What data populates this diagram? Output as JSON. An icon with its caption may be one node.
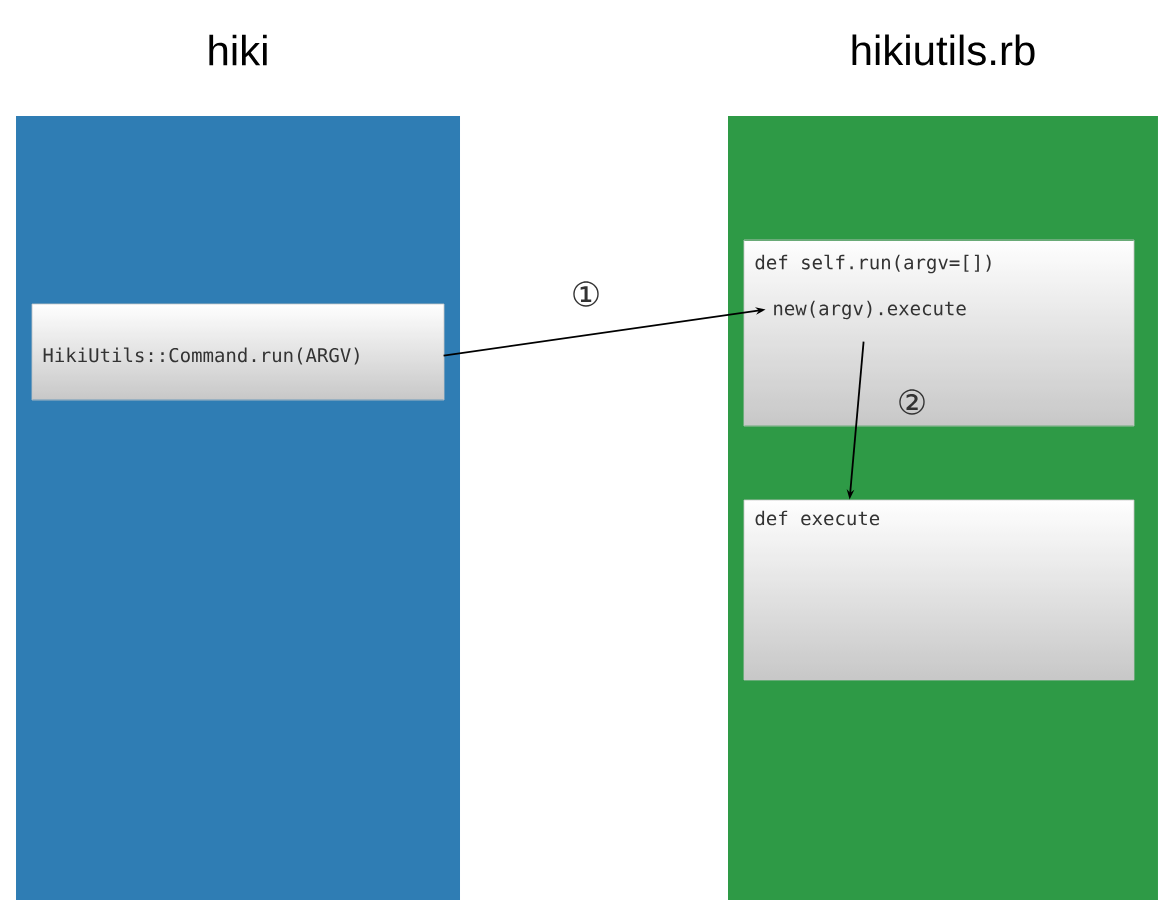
{
  "diagram": {
    "nodes": [
      {
        "text": [
          "hiki"
        ]
      },
      {
        "text": [
          "HikiUtils::Command.run(ARGV)"
        ],
        "in": 0
      },
      {
        "text": [
          "hikiutils.rb"
        ]
      },
      {
        "text": [
          "def self.run(argv=[])",
          "new(argv).execute"
        ],
        "in": 2
      },
      {
        "text": [
          "def execute"
        ],
        "in": 2
      }
    ],
    "edges": [
      {
        "from": 1,
        "to": 3,
        "arrow": "to",
        "label": "①"
      },
      {
        "from": 3,
        "to": 4,
        "arrow": "to",
        "label": "②"
      }
    ]
  }
}
